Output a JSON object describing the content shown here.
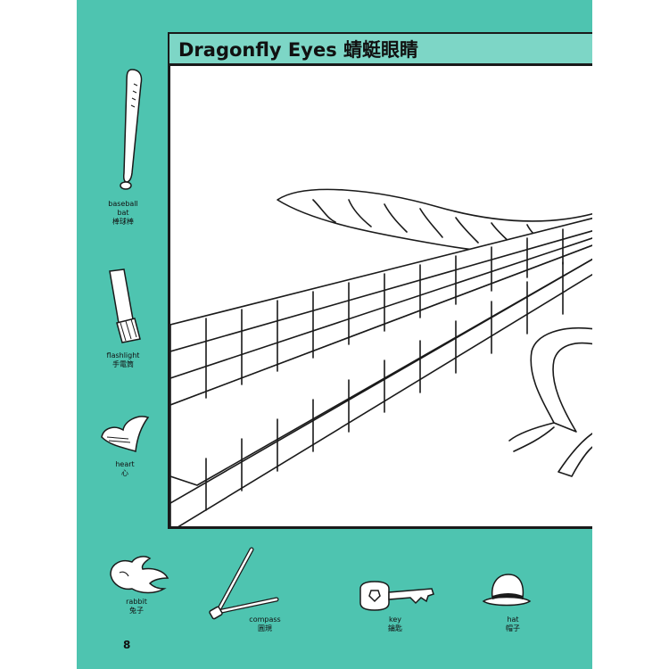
{
  "header": {
    "title": "Dragonfly Eyes 蜻蜓眼睛"
  },
  "sidebar": {
    "items": [
      {
        "line1": "baseball",
        "line2": "bat",
        "line3": "棒球棒",
        "icon": "baseball-bat-icon"
      },
      {
        "line1": "flashlight",
        "line2": "手電筒",
        "icon": "flashlight-icon"
      },
      {
        "line1": "heart",
        "line2": "心",
        "icon": "heart-icon"
      }
    ]
  },
  "bottom": {
    "items": [
      {
        "line1": "rabbit",
        "line2": "兔子",
        "icon": "rabbit-icon"
      },
      {
        "line1": "compass",
        "line2": "圓規",
        "icon": "compass-icon"
      },
      {
        "line1": "key",
        "line2": "鑰匙",
        "icon": "key-icon"
      },
      {
        "line1": "hat",
        "line2": "帽子",
        "icon": "hat-icon"
      }
    ]
  },
  "footer": {
    "page_number": "8"
  },
  "colors": {
    "page_background": "#4ec4b0",
    "title_band": "#7dd6c6",
    "icon_fill": "#ffffff",
    "ink": "#1a1a1a"
  }
}
